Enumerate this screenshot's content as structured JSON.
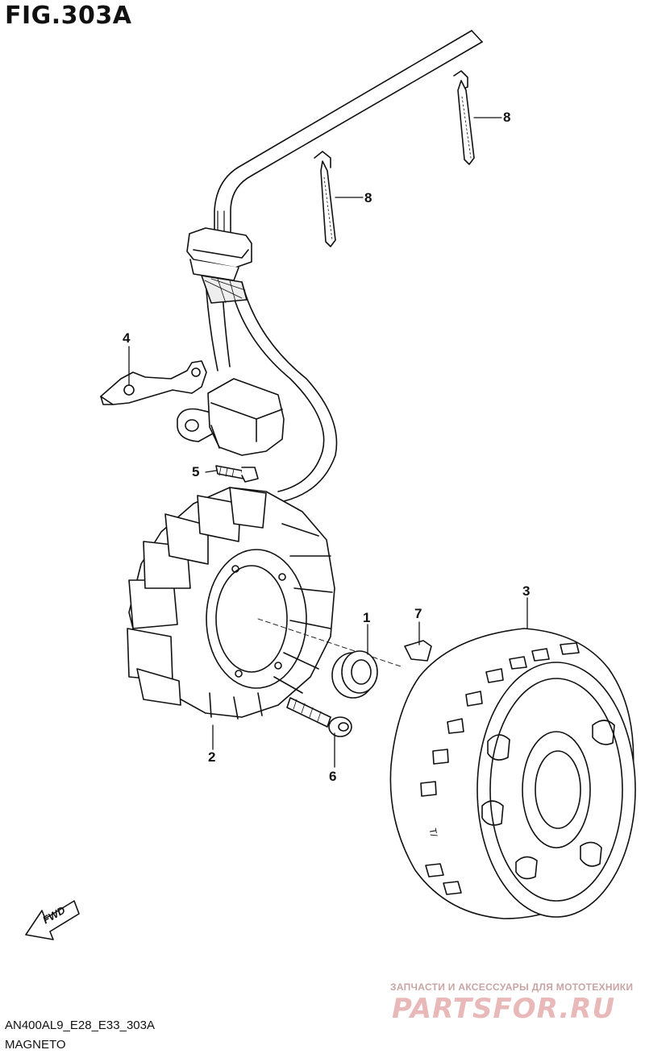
{
  "figure": {
    "title": "FIG.303A",
    "code": "AN400AL9_E28_E33_303A",
    "name": "MAGNETO"
  },
  "callouts": {
    "c1": "1",
    "c2": "2",
    "c3": "3",
    "c4": "4",
    "c5": "5",
    "c6": "6",
    "c7": "7",
    "c8a": "8",
    "c8b": "8"
  },
  "fwd_badge": "FWD",
  "rotor_mark": "T/",
  "watermark": {
    "tagline": "ЗАПЧАСТИ И АКСЕССУАРЫ ДЛЯ МОТОТЕХНИКИ",
    "logo": "PARTSFOR.RU"
  }
}
